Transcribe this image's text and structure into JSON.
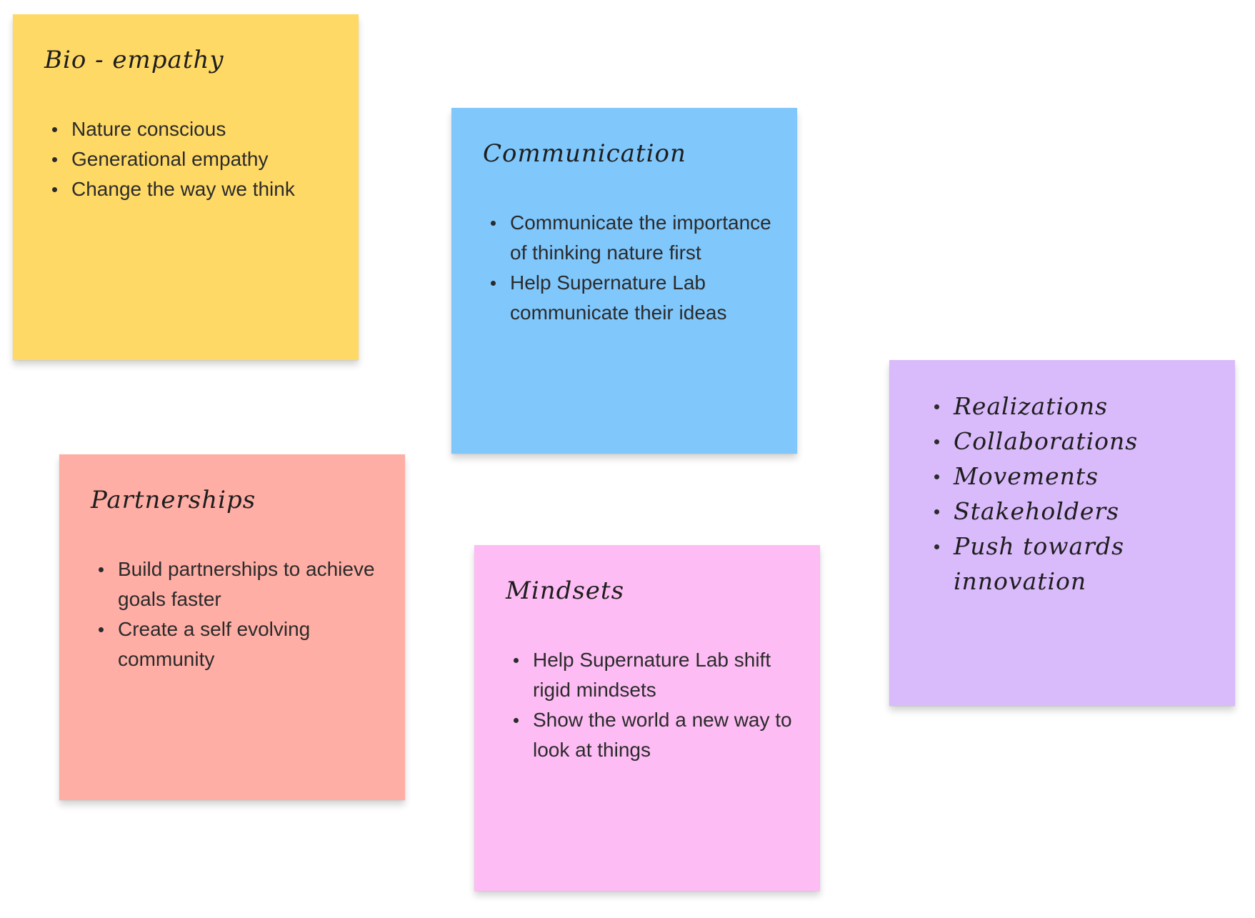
{
  "notes": [
    {
      "color": "#FFD966",
      "title": "Bio - empathy",
      "items": [
        "Nature conscious",
        "Generational empathy",
        "Change the way we think"
      ]
    },
    {
      "color": "#80C7FC",
      "title": "Communication",
      "items": [
        "Communicate the importance of thinking nature first",
        "Help Supernature Lab communicate their ideas"
      ]
    },
    {
      "color": "#D9BAFB",
      "title": "",
      "items": [
        "Realizations",
        "Collaborations",
        "Movements",
        "Stakeholders",
        "Push towards innovation"
      ]
    },
    {
      "color": "#FFAEA5",
      "title": "Partnerships",
      "items": [
        "Build partnerships to achieve goals faster",
        "Create a self evolving community"
      ]
    },
    {
      "color": "#FDBCF3",
      "title": "Mindsets",
      "items": [
        "Help Supernature Lab shift rigid mindsets",
        "Show the world a new way to look at things"
      ]
    }
  ]
}
